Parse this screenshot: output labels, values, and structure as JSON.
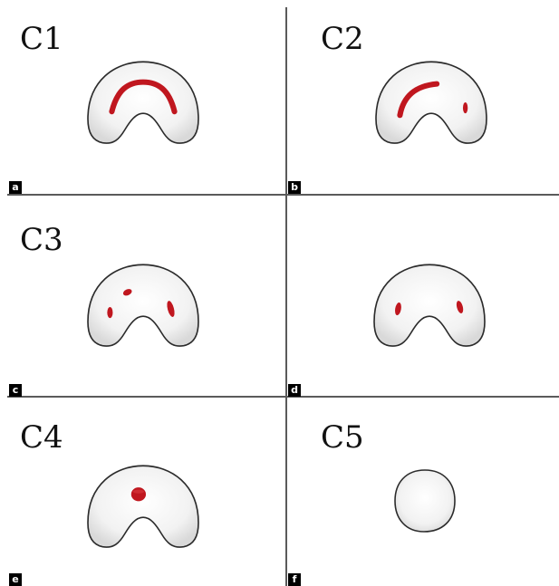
{
  "panels": [
    {
      "id": "a",
      "letter": "a",
      "title": "C1",
      "shape": "horseshoe",
      "lesion": "central-arc"
    },
    {
      "id": "b",
      "letter": "b",
      "title": "C2",
      "shape": "horseshoe",
      "lesion": "arc-and-right-spot"
    },
    {
      "id": "c",
      "letter": "c",
      "title": "C3",
      "shape": "horseshoe",
      "lesion": "three-spots"
    },
    {
      "id": "d",
      "letter": "d",
      "title": "",
      "shape": "horseshoe",
      "lesion": "two-lateral-spots"
    },
    {
      "id": "e",
      "letter": "e",
      "title": "C4",
      "shape": "horseshoe",
      "lesion": "central-blob"
    },
    {
      "id": "f",
      "letter": "f",
      "title": "C5",
      "shape": "round",
      "lesion": "none"
    }
  ],
  "colors": {
    "lesion": "#c0171f",
    "outline": "#2b2b2b",
    "fill_light": "#ffffff",
    "fill_dark": "#dcdcdc",
    "divider": "#5a5a5a"
  }
}
